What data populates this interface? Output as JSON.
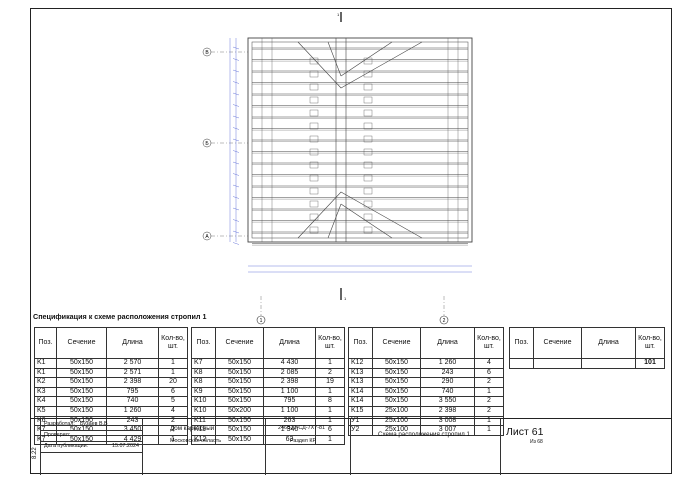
{
  "drawing": {
    "axes": [
      "В",
      "Б",
      "А",
      "1",
      "2"
    ],
    "section_mark": "1"
  },
  "spec": {
    "title": "Спецификация к схеме расположения стропил 1",
    "headers": [
      "Поз.",
      "Сечение",
      "Длина",
      "Кол-во, шт."
    ],
    "tables": [
      [
        [
          "K1",
          "50x150",
          "2 570",
          "1"
        ],
        [
          "K1",
          "50x150",
          "2 571",
          "1"
        ],
        [
          "K2",
          "50x150",
          "2 398",
          "20"
        ],
        [
          "K3",
          "50x150",
          "795",
          "6"
        ],
        [
          "K4",
          "50x150",
          "740",
          "5"
        ],
        [
          "K5",
          "50x150",
          "1 260",
          "4"
        ],
        [
          "K6",
          "50x150",
          "243",
          "2"
        ],
        [
          "K7",
          "50x150",
          "3 450",
          "2"
        ],
        [
          "K7",
          "50x150",
          "4 429",
          "1"
        ]
      ],
      [
        [
          "K7",
          "50x150",
          "4 430",
          "1"
        ],
        [
          "K8",
          "50x150",
          "2 085",
          "2"
        ],
        [
          "K8",
          "50x150",
          "2 398",
          "19"
        ],
        [
          "K9",
          "50x150",
          "1 100",
          "1"
        ],
        [
          "K10",
          "50x150",
          "795",
          "8"
        ],
        [
          "K10",
          "50x200",
          "1 100",
          "1"
        ],
        [
          "K11",
          "50x150",
          "263",
          "1"
        ],
        [
          "K11",
          "50x150",
          "1 340",
          "6"
        ],
        [
          "K12",
          "50x150",
          "63",
          "1"
        ]
      ],
      [
        [
          "K12",
          "50x150",
          "1 260",
          "4"
        ],
        [
          "K13",
          "50x150",
          "243",
          "6"
        ],
        [
          "K13",
          "50x150",
          "290",
          "2"
        ],
        [
          "K14",
          "50x150",
          "740",
          "1"
        ],
        [
          "K14",
          "50x150",
          "3 550",
          "2"
        ],
        [
          "K15",
          "25x100",
          "2 398",
          "2"
        ],
        [
          "У1",
          "25x100",
          "3 008",
          "1"
        ],
        [
          "У2",
          "25x100",
          "3 007",
          "1"
        ]
      ],
      [
        [
          "",
          "",
          "",
          "101"
        ]
      ]
    ]
  },
  "titleblock": {
    "vertical_code": "8.22",
    "developer_label": "Разработал:",
    "developer": "Бузаев В.В",
    "checked_label": "Проверил:",
    "published_label": "Дата публикации:",
    "published_date": "15.07.2024",
    "project": "Дом каркасный",
    "region": "Московская область",
    "code": "246В33-СД-7Х7-81",
    "section": "Раздел КР",
    "sheet_title": "Схема расположения стропил 1",
    "sheet": "Лист 61",
    "of": "Из 68"
  }
}
